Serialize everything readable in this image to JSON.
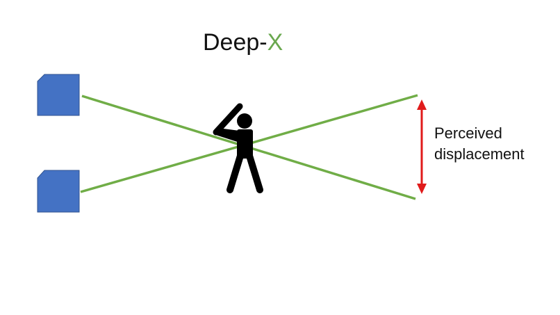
{
  "title": {
    "prefix": "Deep-",
    "suffix": "X"
  },
  "annotation": {
    "line1": "Perceived",
    "line2": "displacement"
  },
  "colors": {
    "title_prefix": "#111111",
    "title_suffix": "#6aa84f",
    "camera": "#4472c4",
    "camera_outline": "#2f528f",
    "sight_line": "#70ad47",
    "arrow": "#e01b1b",
    "figure": "#000000"
  },
  "icons": {
    "camera_top": "camera-icon",
    "camera_bottom": "camera-icon",
    "figure": "batter-icon",
    "arrow": "double-arrow-icon"
  }
}
